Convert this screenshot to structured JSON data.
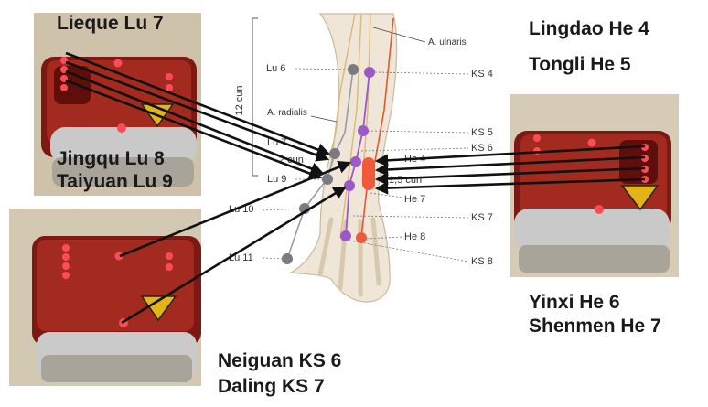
{
  "labels": {
    "lieque": "Lieque Lu 7",
    "jingqu": "Jingqu Lu 8",
    "taiyuan": "Taiyuan Lu 9",
    "lingdao": "Lingdao He 4",
    "tongli": "Tongli He 5",
    "yinxi": "Yinxi He 6",
    "shenmen": "Shenmen He 7",
    "neiguan": "Neiguan KS 6",
    "daling": "Daling KS 7"
  },
  "figure": {
    "cun_12": "12 cun",
    "cun_2": "2 cun",
    "cun_15": "1,5 cun",
    "a_ulnaris": "A. ulnaris",
    "a_radialis": "A. radialis",
    "lu6": "Lu 6",
    "lu7": "Lu 7",
    "lu9": "Lu 9",
    "lu10": "Lu 10",
    "lu11": "Lu 11",
    "ks4": "KS 4",
    "ks5": "KS 5",
    "ks6": "KS 6",
    "ks7": "KS 7",
    "ks8": "KS 8",
    "he4": "He 4",
    "he7": "He 7",
    "he8": "He 8"
  },
  "colors": {
    "lung_point": "#7a7a80",
    "pericardium_point": "#9b59c7",
    "heart_point": "#ef5a3c",
    "device_body": "#8c1c14",
    "led": "#ff3a4a",
    "arrow": "#111111"
  }
}
